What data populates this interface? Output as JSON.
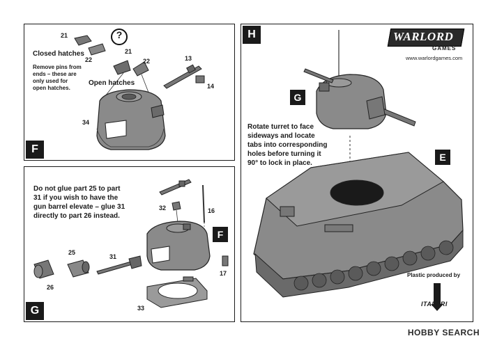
{
  "panel_f": {
    "step": "F",
    "closed_hatches": "Closed hatches",
    "remove_pins": [
      "Remove pins from",
      "ends – these are",
      "only used for",
      "open hatches."
    ],
    "open_hatches": "Open hatches",
    "question_mark": "?",
    "parts": [
      "21",
      "22",
      "21",
      "22",
      "13",
      "14",
      "34"
    ]
  },
  "panel_g": {
    "step": "G",
    "instructions": [
      "Do not glue part 25 to part",
      "31 if you wish to have the",
      "gun barrel elevate – glue 31",
      "directly to part 26 instead."
    ],
    "parts": [
      "32",
      "16",
      "25",
      "31",
      "26",
      "17",
      "33"
    ],
    "sub_step": "F"
  },
  "panel_h": {
    "step": "H",
    "sub_step_turret": "G",
    "sub_step_hull": "E",
    "instructions": [
      "Rotate turret to face",
      "sideways and locate",
      "tabs into corresponding",
      "holes before turning it",
      "90° to lock in place."
    ],
    "logo_main": "WARLORD",
    "logo_sub": "GAMES",
    "website": "www.warlordgames.com",
    "plastic_by": "Plastic produced by",
    "italeri": "ITALERI"
  },
  "watermark": "HOBBY SEARCH"
}
